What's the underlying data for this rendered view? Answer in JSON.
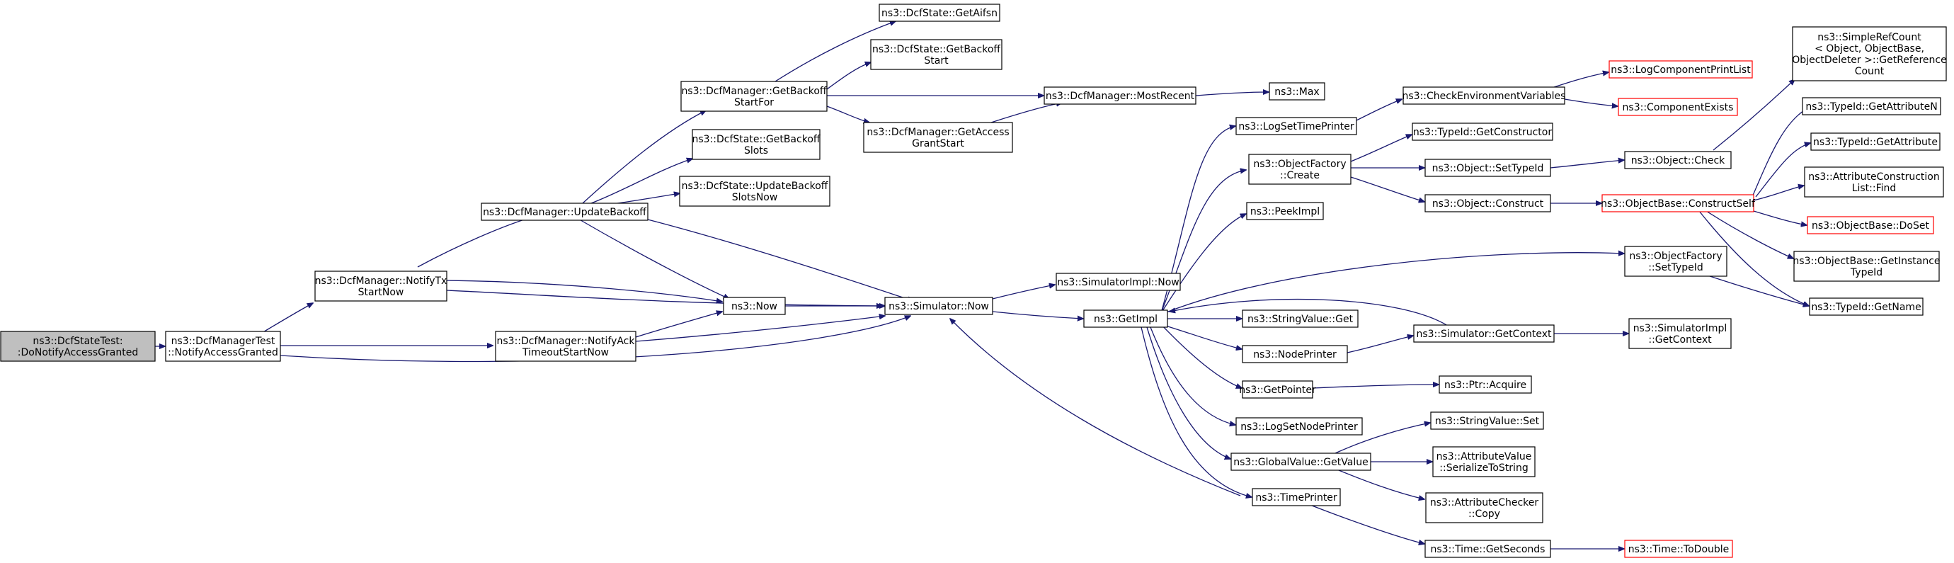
{
  "colors": {
    "edge": "#191970",
    "root_fill": "#bfbfbf",
    "highlight_border": "#ff0000",
    "node_border": "#000000"
  },
  "nodes": {
    "root": [
      "ns3::DcfStateTest:",
      ":DoNotifyAccessGranted"
    ],
    "dcfmanagertest_notifyaccessgranted": [
      "ns3::DcfManagerTest",
      "::NotifyAccessGranted"
    ],
    "notifytxstartnow": [
      "ns3::DcfManager::NotifyTx",
      "StartNow"
    ],
    "notifyacktimeoutstartnow": [
      "ns3::DcfManager::NotifyAck",
      "TimeoutStartNow"
    ],
    "updatebackoff": [
      "ns3::DcfManager::UpdateBackoff"
    ],
    "getbackoffstartfor": [
      "ns3::DcfManager::GetBackoff",
      "StartFor"
    ],
    "dcfstate_getbackoffslots": [
      "ns3::DcfState::GetBackoff",
      "Slots"
    ],
    "dcfstate_updatebackoffslotsnow": [
      "ns3::DcfState::UpdateBackoff",
      "SlotsNow"
    ],
    "dcfstate_getaifsn": [
      "ns3::DcfState::GetAifsn"
    ],
    "dcfstate_getbackoffstart": [
      "ns3::DcfState::GetBackoff",
      "Start"
    ],
    "getaccessgrantstart": [
      "ns3::DcfManager::GetAccess",
      "GrantStart"
    ],
    "mostrecent": [
      "ns3::DcfManager::MostRecent"
    ],
    "max": [
      "ns3::Max"
    ],
    "now": [
      "ns3::Now"
    ],
    "simulator_now": [
      "ns3::Simulator::Now"
    ],
    "simulatorimpl_now": [
      "ns3::SimulatorImpl::Now"
    ],
    "getimpl": [
      "ns3::GetImpl"
    ],
    "logsettimeprinter": [
      "ns3::LogSetTimePrinter"
    ],
    "checkenvironmentvariables": [
      "ns3::CheckEnvironmentVariables"
    ],
    "logcomponentprintlist": [
      "ns3::LogComponentPrintList"
    ],
    "componentexists": [
      "ns3::ComponentExists"
    ],
    "objectfactory_create": [
      "ns3::ObjectFactory",
      "::Create"
    ],
    "typeid_getconstructor": [
      "ns3::TypeId::GetConstructor"
    ],
    "object_settypeid": [
      "ns3::Object::SetTypeId"
    ],
    "object_construct": [
      "ns3::Object::Construct"
    ],
    "object_check": [
      "ns3::Object::Check"
    ],
    "simplerefcount": [
      "ns3::SimpleRefCount",
      "< Object, ObjectBase,",
      "ObjectDeleter >::GetReference",
      "Count"
    ],
    "typeid_getattributen": [
      "ns3::TypeId::GetAttributeN"
    ],
    "typeid_getattribute": [
      "ns3::TypeId::GetAttribute"
    ],
    "attributeconstructionlist_find": [
      "ns3::AttributeConstruction",
      "List::Find"
    ],
    "objectbase_constructself": [
      "ns3::ObjectBase::ConstructSelf"
    ],
    "objectbase_doset": [
      "ns3::ObjectBase::DoSet"
    ],
    "objectbase_getinstancetypeid": [
      "ns3::ObjectBase::GetInstance",
      "TypeId"
    ],
    "typeid_getname": [
      "ns3::TypeId::GetName"
    ],
    "peekimpl": [
      "ns3::PeekImpl"
    ],
    "objectfactory_settypeid": [
      "ns3::ObjectFactory",
      "::SetTypeId"
    ],
    "stringvalue_get": [
      "ns3::StringValue::Get"
    ],
    "nodeprinter": [
      "ns3::NodePrinter"
    ],
    "simulator_getcontext": [
      "ns3::Simulator::GetContext"
    ],
    "simulatorimpl_getcontext": [
      "ns3::SimulatorImpl",
      "::GetContext"
    ],
    "getpointer": [
      "ns3::GetPointer"
    ],
    "ptr_acquire": [
      "ns3::Ptr::Acquire"
    ],
    "logsetnodeprinter": [
      "ns3::LogSetNodePrinter"
    ],
    "globalvalue_getvalue": [
      "ns3::GlobalValue::GetValue"
    ],
    "stringvalue_set": [
      "ns3::StringValue::Set"
    ],
    "attributevalue_serializetostring": [
      "ns3::AttributeValue",
      "::SerializeToString"
    ],
    "attributechecker_copy": [
      "ns3::AttributeChecker",
      "::Copy"
    ],
    "timeprinter": [
      "ns3::TimePrinter"
    ],
    "time_getseconds": [
      "ns3::Time::GetSeconds"
    ],
    "time_todouble": [
      "ns3::Time::ToDouble"
    ]
  }
}
